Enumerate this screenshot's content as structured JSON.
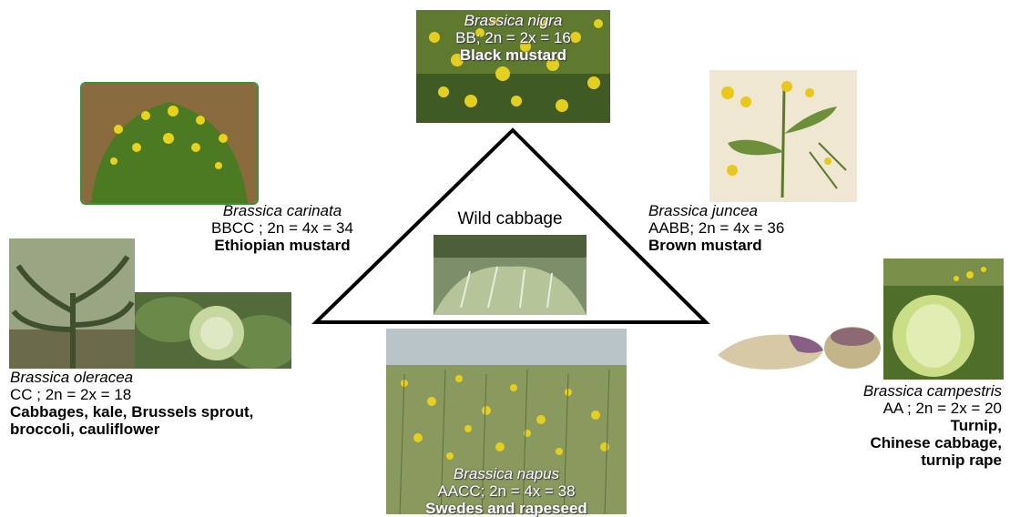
{
  "center": {
    "label": "Wild cabbage"
  },
  "species": {
    "nigra": {
      "name": "Brassica nigra",
      "genome": "BB; 2n = 2x = 16",
      "common": "Black mustard"
    },
    "carinata": {
      "name": "Brassica carinata",
      "genome": "BBCC ; 2n = 4x = 34",
      "common": "Ethiopian mustard"
    },
    "juncea": {
      "name": "Brassica juncea",
      "genome": "AABB; 2n = 4x = 36",
      "common": "Brown mustard"
    },
    "oleracea": {
      "name": "Brassica oleracea",
      "genome": "CC ; 2n = 2x = 18",
      "common_line1": "Cabbages, kale, Brussels sprout,",
      "common_line2": "broccoli, cauliflower"
    },
    "napus": {
      "name": "Brassica napus",
      "genome": "AACC; 2n = 4x = 38",
      "common": "Swedes and rapeseed"
    },
    "campestris": {
      "name": "Brassica campestris",
      "genome": "AA ; 2n = 2x = 20",
      "common_line1": "Turnip,",
      "common_line2": "Chinese cabbage,",
      "common_line3": "turnip rape"
    }
  },
  "colors": {
    "triangle_stroke": "#000000",
    "flower_yellow": "#e8d21a",
    "foliage_green": "#4f7a2a"
  }
}
